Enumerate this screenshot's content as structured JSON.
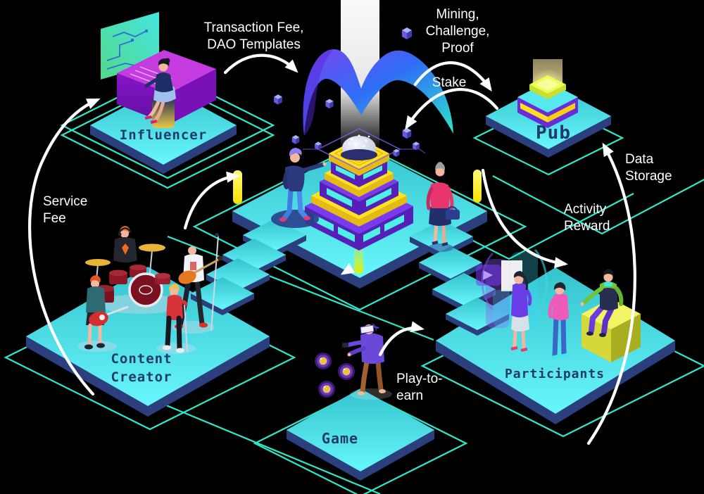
{
  "diagram": {
    "title_present": false,
    "platforms": {
      "influencer": {
        "label": "Influencer"
      },
      "pub": {
        "label": "Pub"
      },
      "content_creator": {
        "lines": [
          "Content",
          "Creator"
        ]
      },
      "game": {
        "label": "Game"
      },
      "participants": {
        "label": "Participants"
      }
    },
    "flows": {
      "transaction_fee": {
        "lines": [
          "Transaction Fee,",
          "DAO Templates"
        ]
      },
      "mining": {
        "lines": [
          "Mining,",
          "Challenge,",
          "Proof"
        ]
      },
      "stake": {
        "lines": [
          "Stake"
        ]
      },
      "data_storage": {
        "lines": [
          "Data",
          "Storage"
        ]
      },
      "activity_reward": {
        "lines": [
          "Activity",
          "Reward"
        ]
      },
      "service_fee": {
        "lines": [
          "Service",
          "Fee"
        ]
      },
      "play_to_earn": {
        "lines": [
          "Play-to-",
          "earn"
        ]
      }
    },
    "objects": {
      "logo": "m-wave-logo",
      "center": "data-pyramid-with-dome",
      "beam": "white-light-beam",
      "pub_item": "glowing-cube-terminal",
      "influencer_items": "circuit-screen-and-console-desk",
      "content_creator_items": "rock-band-with-drum-kit",
      "game_items": "vr-player-and-token-coins",
      "participants_items": "three-people-hologram-and-cube-seat"
    },
    "colors": {
      "background": "#000000",
      "platform_top": "#4fe3ea",
      "platform_side": "#2b3f7e",
      "wireframe": "#2ee8c9",
      "arrow": "#ffffff",
      "flow_label": "#ffffff",
      "platform_label": "#1f3a6b",
      "pyramid_purple": "#6a2bd9",
      "pyramid_yellow": "#ffe11f",
      "pyramid_window": "#4df0e4",
      "logo_purple": "#7b45f0",
      "logo_blue": "#2f6df6",
      "logo_cyan": "#2ee9c9",
      "pillar_yellow": "#fff200"
    }
  }
}
